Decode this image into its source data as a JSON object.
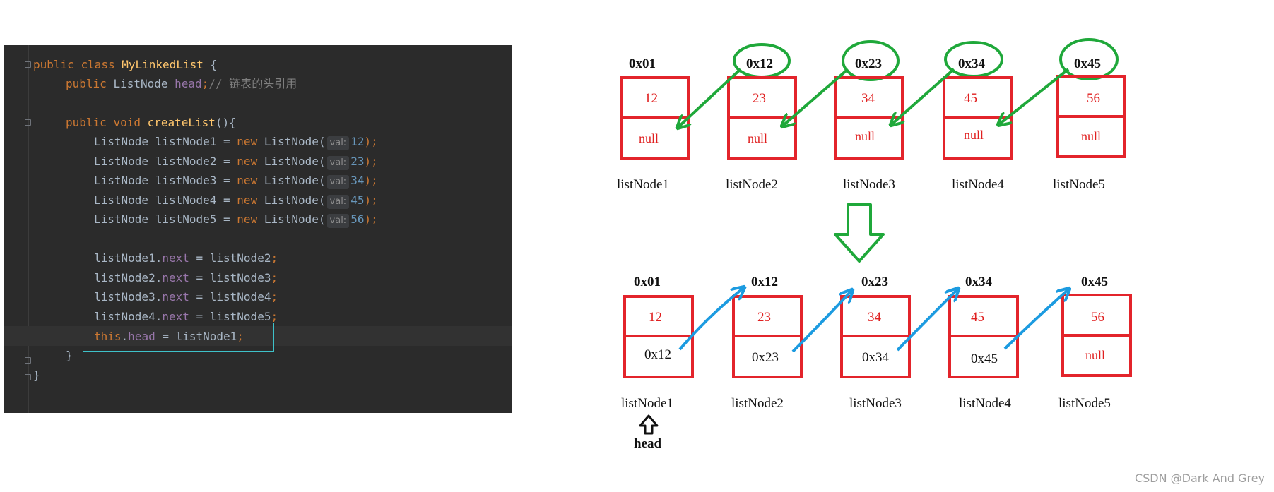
{
  "editor": {
    "line1": {
      "kw1": "public",
      "kw2": "class",
      "class_name": "MyLinkedList",
      "brace": " {"
    },
    "line2": {
      "kw": "public",
      "type": "ListNode",
      "field": "head",
      "semi": ";",
      "comment": "// 链表的头引用"
    },
    "line4": {
      "kw1": "public",
      "kw2": "void",
      "method": "createList",
      "rest": "(){"
    },
    "creations": [
      {
        "decl": "ListNode listNode1 = ",
        "kw": "new",
        "ctor": " ListNode(",
        "hint": "val:",
        "value": "12",
        "end": ");"
      },
      {
        "decl": "ListNode listNode2 = ",
        "kw": "new",
        "ctor": " ListNode(",
        "hint": "val:",
        "value": "23",
        "end": ");"
      },
      {
        "decl": "ListNode listNode3 = ",
        "kw": "new",
        "ctor": " ListNode(",
        "hint": "val:",
        "value": "34",
        "end": ");"
      },
      {
        "decl": "ListNode listNode4 = ",
        "kw": "new",
        "ctor": " ListNode(",
        "hint": "val:",
        "value": "45",
        "end": ");"
      },
      {
        "decl": "ListNode listNode5 = ",
        "kw": "new",
        "ctor": " ListNode(",
        "hint": "val:",
        "value": "56",
        "end": ");"
      }
    ],
    "links": [
      {
        "obj": "listNode1.",
        "field": "next",
        "rest": " = listNode2",
        "semi": ";"
      },
      {
        "obj": "listNode2.",
        "field": "next",
        "rest": " = listNode3",
        "semi": ";"
      },
      {
        "obj": "listNode3.",
        "field": "next",
        "rest": " = listNode4",
        "semi": ";"
      },
      {
        "obj": "listNode4.",
        "field": "next",
        "rest": " = listNode5",
        "semi": ";"
      }
    ],
    "head_assign": {
      "kw": "this",
      "dot": ".",
      "field": "head",
      "rest": " = listNode1",
      "semi": ";"
    },
    "close_method": "}",
    "close_class": "}"
  },
  "diagram": {
    "colors": {
      "box": "#e3242b",
      "green_arrow": "#1fa83a",
      "blue_arrow": "#1c9be0",
      "text_red": "#e02020"
    },
    "top_row": [
      {
        "address": "0x01",
        "val": "12",
        "next": "null",
        "label": "listNode1"
      },
      {
        "address": "0x12",
        "val": "23",
        "next": "null",
        "label": "listNode2"
      },
      {
        "address": "0x23",
        "val": "34",
        "next": "null",
        "label": "listNode3"
      },
      {
        "address": "0x34",
        "val": "45",
        "next": "null",
        "label": "listNode4"
      },
      {
        "address": "0x45",
        "val": "56",
        "next": "null",
        "label": "listNode5"
      }
    ],
    "bottom_row": [
      {
        "address": "0x01",
        "val": "12",
        "next": "0x12",
        "label": "listNode1"
      },
      {
        "address": "0x12",
        "val": "23",
        "next": "0x23",
        "label": "listNode2"
      },
      {
        "address": "0x23",
        "val": "34",
        "next": "0x34",
        "label": "listNode3"
      },
      {
        "address": "0x34",
        "val": "45",
        "next": "0x45",
        "label": "listNode4"
      },
      {
        "address": "0x45",
        "val": "56",
        "next": "null",
        "label": "listNode5"
      }
    ],
    "head_label": "head",
    "transition_icon": "down-arrow-icon",
    "head_icon": "up-arrow-icon"
  },
  "watermark": "CSDN @Dark And Grey"
}
